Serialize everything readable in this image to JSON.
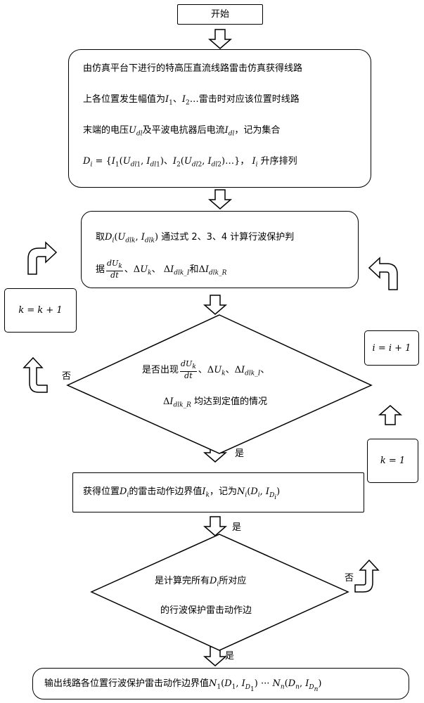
{
  "start": {
    "label": "开始"
  },
  "step1": {
    "line1": "由仿真平台下进行的特高压直流线路雷击仿真获得线路",
    "line2_a": "上各位置发生幅值为",
    "line2_b": "雷击时对应该位置时线路",
    "line3_a": "末端的电压",
    "line3_b": "及平波电抗器后电流",
    "line3_c": "，记为集合",
    "line4_suffix": "升序排列"
  },
  "step2": {
    "line1_a": "取",
    "line1_b": "通过式 2、3、4 计算行波保护判",
    "line2_a": "据",
    "line2_b": "和"
  },
  "decision1": {
    "line1": "是否出现",
    "line2_suffix": "均达到定值的情况",
    "yes_label": "是",
    "no_label": "否"
  },
  "step3": {
    "text_a": "获得位置",
    "text_b": "的雷击动作边界值",
    "text_c": "，记为"
  },
  "decision2": {
    "line1_a": "是计算完所有",
    "line1_b": "所对应",
    "line2": "的行波保护雷击动作边",
    "yes_label": "是",
    "no_label": "否"
  },
  "output": {
    "text": "输出线路各位置行波保护雷击动作边界值"
  },
  "side_boxes": {
    "k_update": "k = k + 1",
    "i_update": "i = i + 1",
    "k_init": "k = 1"
  }
}
